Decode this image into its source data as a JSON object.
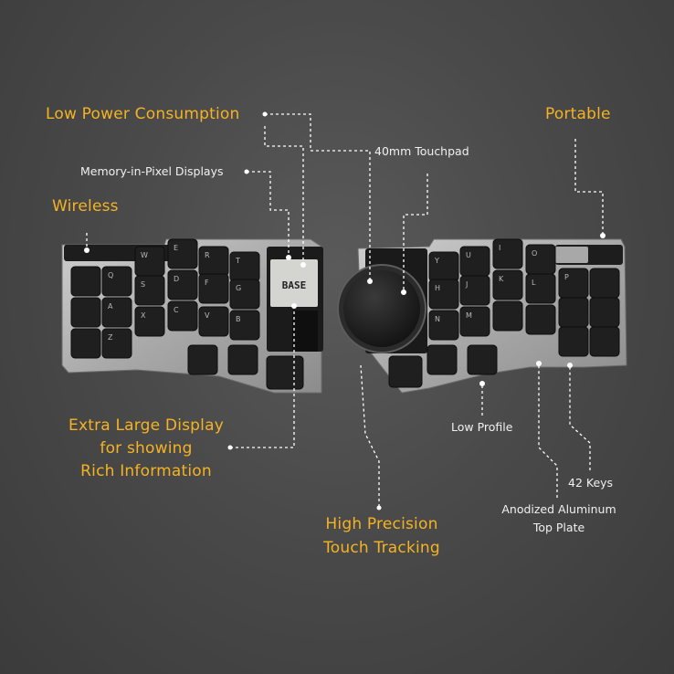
{
  "labels": {
    "low_power": "Low Power Consumption",
    "portable": "Portable",
    "touchpad": "40mm Touchpad",
    "mip_displays": "Memory-in-Pixel Displays",
    "wireless": "Wireless",
    "display_line1": "Extra Large Display",
    "display_line2": "for showing",
    "display_line3": "Rich Information",
    "low_profile": "Low Profile",
    "keys": "42 Keys",
    "aluminum_line1": "Anodized Aluminum",
    "aluminum_line2": "Top Plate",
    "precision_line1": "High Precision",
    "precision_line2": "Touch Tracking"
  },
  "display": {
    "mode": "BASE"
  },
  "left_keys": [
    "W",
    "E",
    "R",
    "T",
    "Q",
    "D",
    "F",
    "G",
    "A",
    "X",
    "C",
    "V",
    "B",
    "Z",
    "S"
  ],
  "right_keys": [
    "Y",
    "U",
    "I",
    "O",
    "P",
    "H",
    "J",
    "K",
    "L",
    "N",
    "M"
  ],
  "colors": {
    "accent": "#f5b323",
    "background": "#4a4a4a"
  }
}
